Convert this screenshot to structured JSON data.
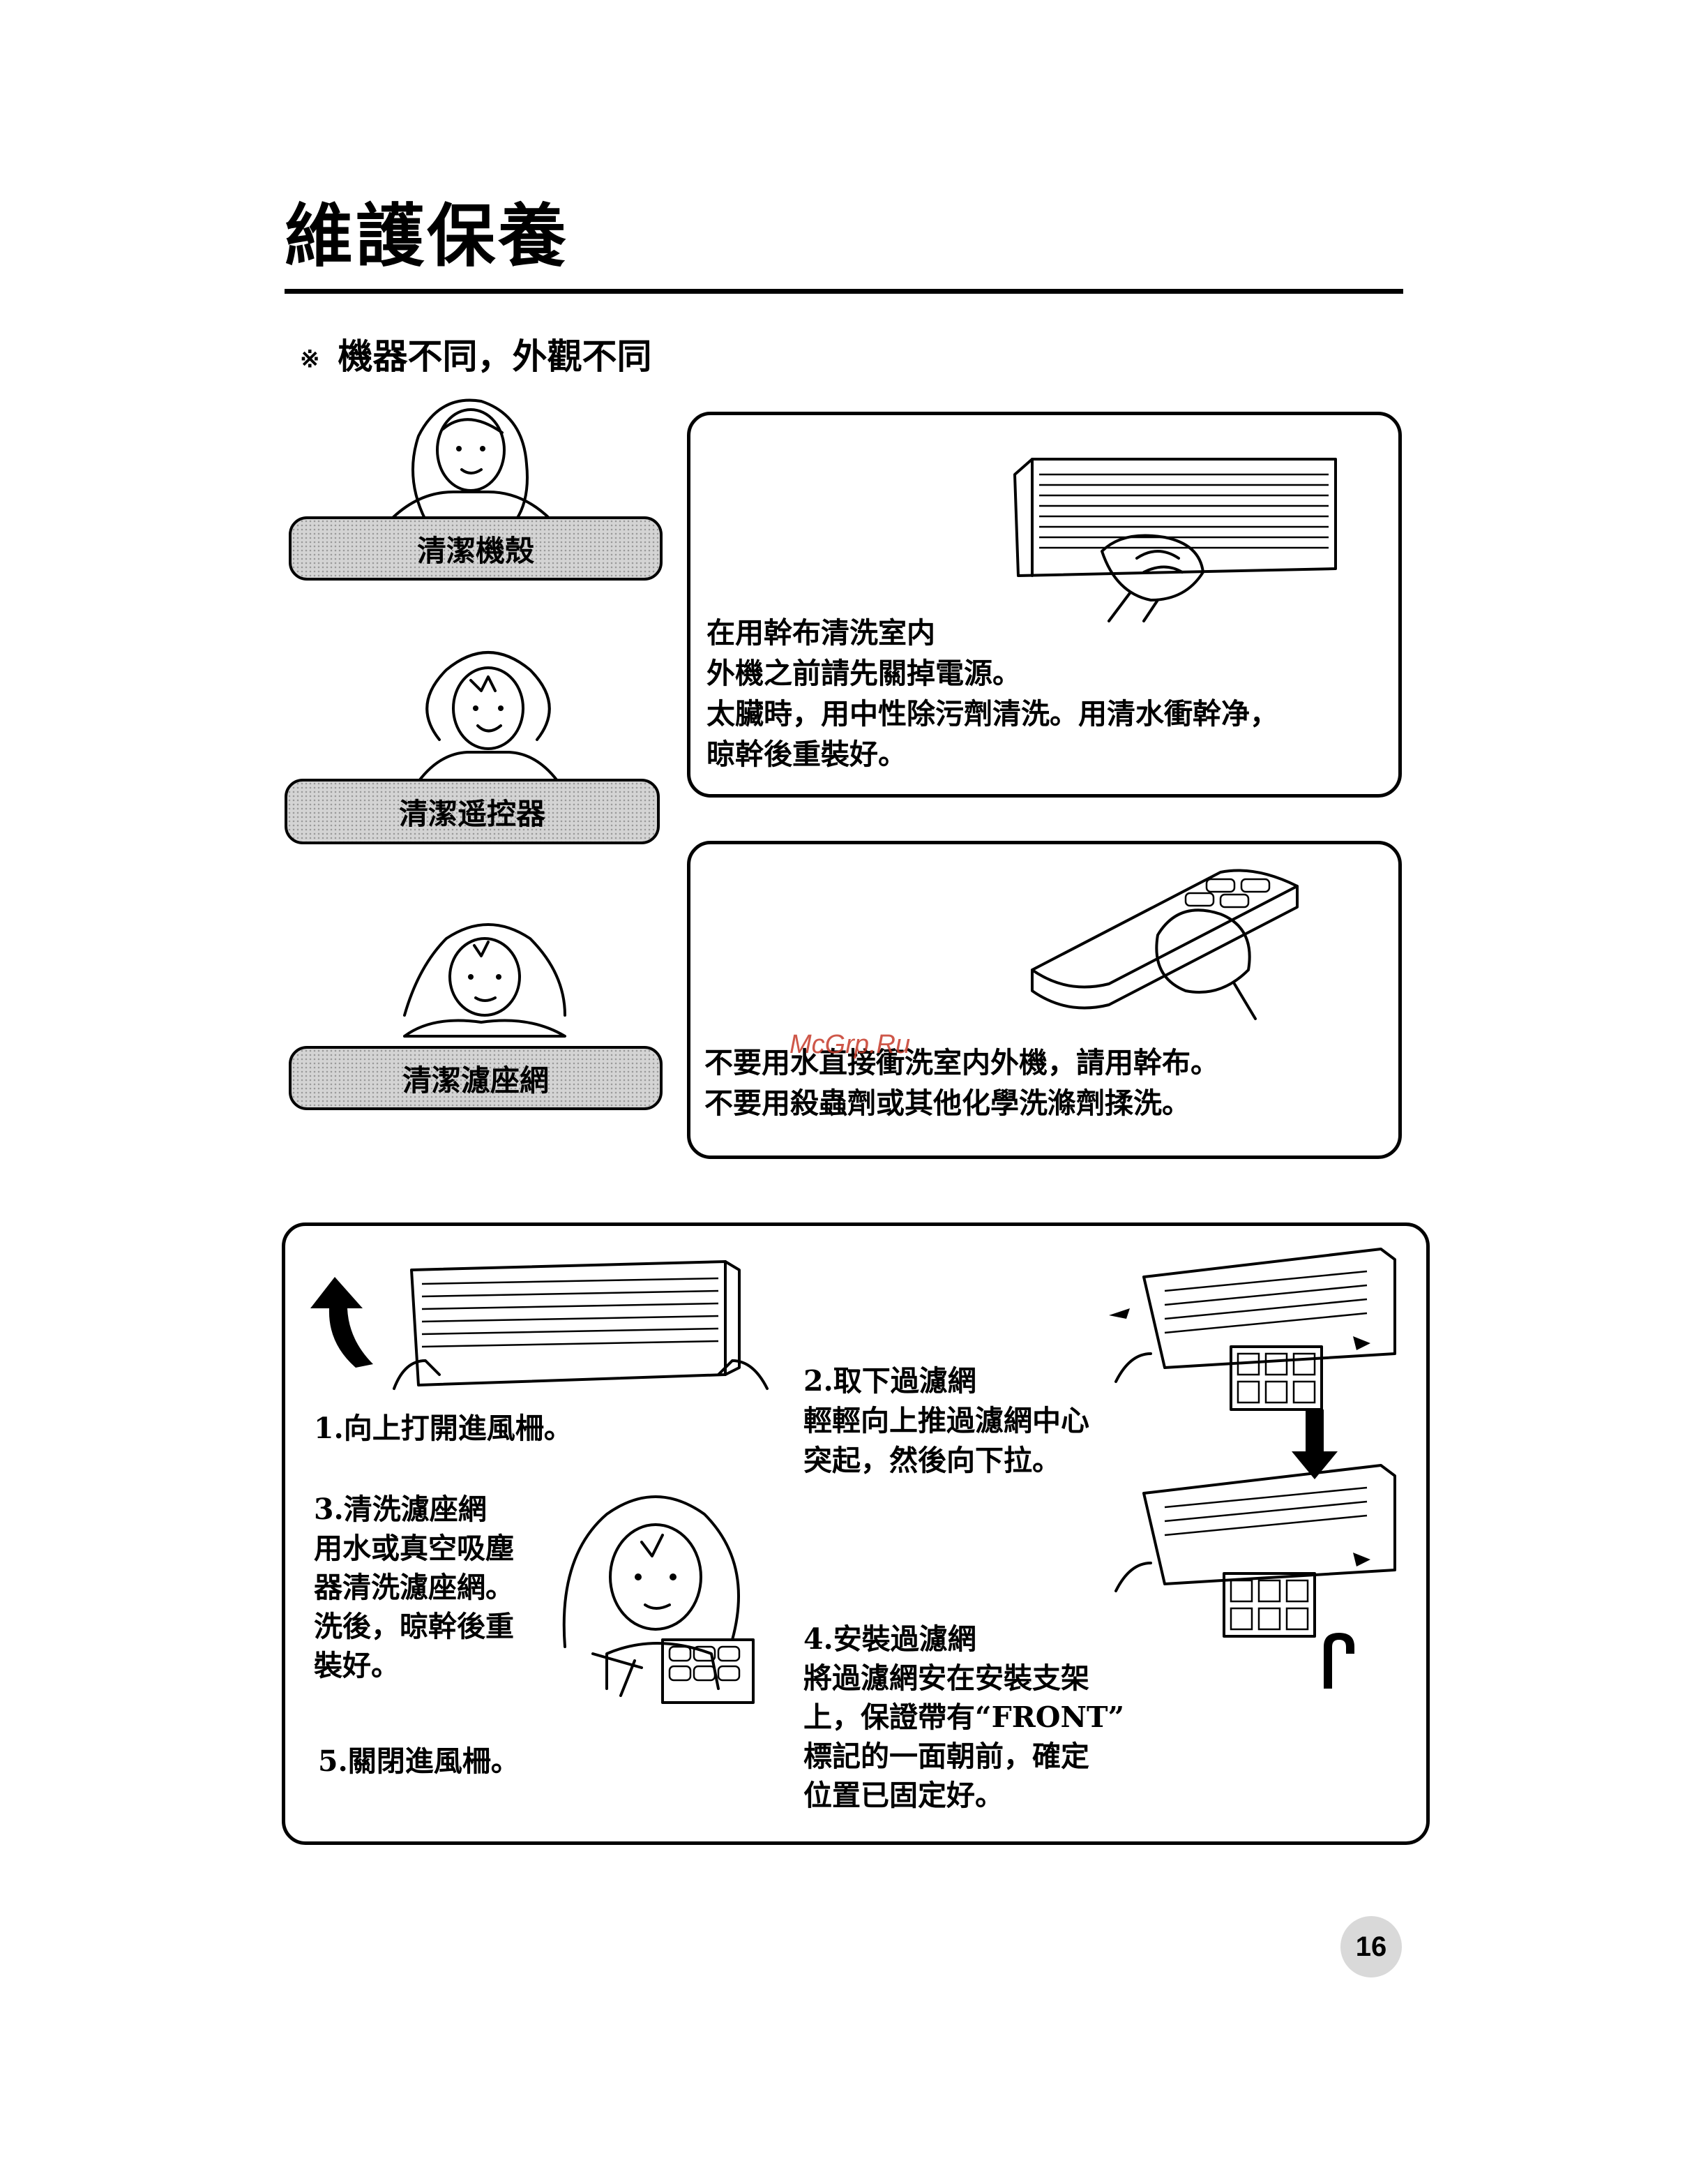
{
  "header": {
    "title": "維護保養",
    "note_mark": "※",
    "note": "機器不同，外觀不同"
  },
  "sections": [
    {
      "label": "清潔機殼",
      "lines": [
        "在用幹布清洗室内",
        "外機之前請先關掉電源。",
        "太臟時，用中性除污劑清洗。用清水衝幹净，",
        "晾幹後重裝好。"
      ]
    },
    {
      "label": "清潔遥控器",
      "lines": [
        "不要用水直接衝洗室内外機，請用幹布。",
        "不要用殺蟲劑或其他化學洗滌劑揉洗。"
      ]
    },
    {
      "label": "清潔濾座網"
    }
  ],
  "steps": {
    "step1": "1.向上打開進風柵。",
    "step2": [
      "2.取下過濾網",
      "輕輕向上推過濾網中心",
      "突起，然後向下拉。"
    ],
    "step3": [
      "3.清洗濾座網",
      "用水或真空吸塵",
      "器清洗濾座網。",
      "洗後，晾幹後重",
      "裝好。"
    ],
    "step4": [
      "4.安裝過濾網",
      "將過濾網安在安裝支架",
      "上，保證帶有“FRONT”",
      "標記的一面朝前，確定",
      "位置已固定好。"
    ],
    "step5": "5.關閉進風柵。"
  },
  "watermark": "McGrp.Ru",
  "page_number": "16",
  "icons": [
    "girl-illustration-icon",
    "indoor-unit-icon",
    "cleaning-hand-icon",
    "remote-control-icon",
    "arrow-up-icon",
    "arrow-down-icon",
    "filter-icon"
  ]
}
